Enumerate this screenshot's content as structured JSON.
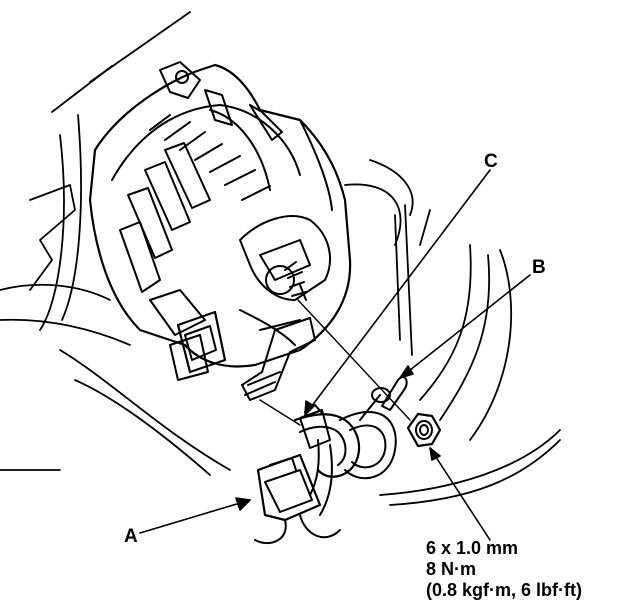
{
  "callouts": {
    "a": "A",
    "b": "B",
    "c": "C"
  },
  "specification": {
    "size": "6 x 1.0 mm",
    "torque_nm": "8 N·m",
    "torque_alt": "(0.8 kgf·m, 6 lbf·ft)"
  },
  "colors": {
    "ink": "#000000",
    "paper": "#ffffff"
  }
}
